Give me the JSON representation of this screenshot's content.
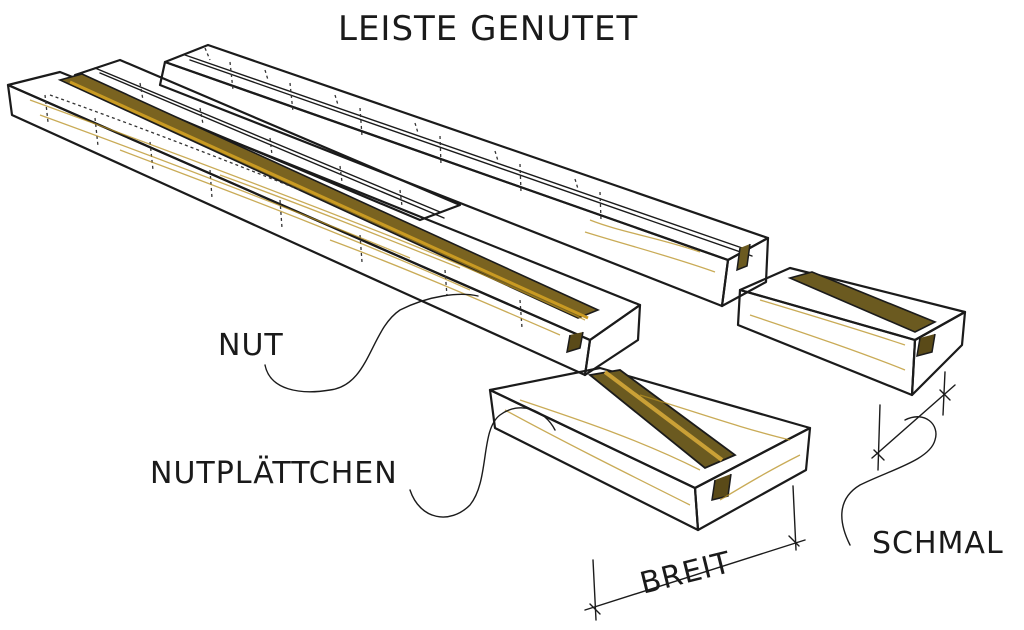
{
  "title": "LEISTE GENUTET",
  "labels": {
    "nut": "NUT",
    "nutplaettchen": "NUTPLÄTTCHEN",
    "breit": "BREIT",
    "schmal": "SCHMAL"
  },
  "colors": {
    "wood_light": "#f3d45a",
    "wood_mid": "#e2b834",
    "wood_dark": "#b8901f",
    "groove_shadow": "#6b5a20",
    "outline": "#1b1b1b",
    "background": "#ffffff"
  }
}
